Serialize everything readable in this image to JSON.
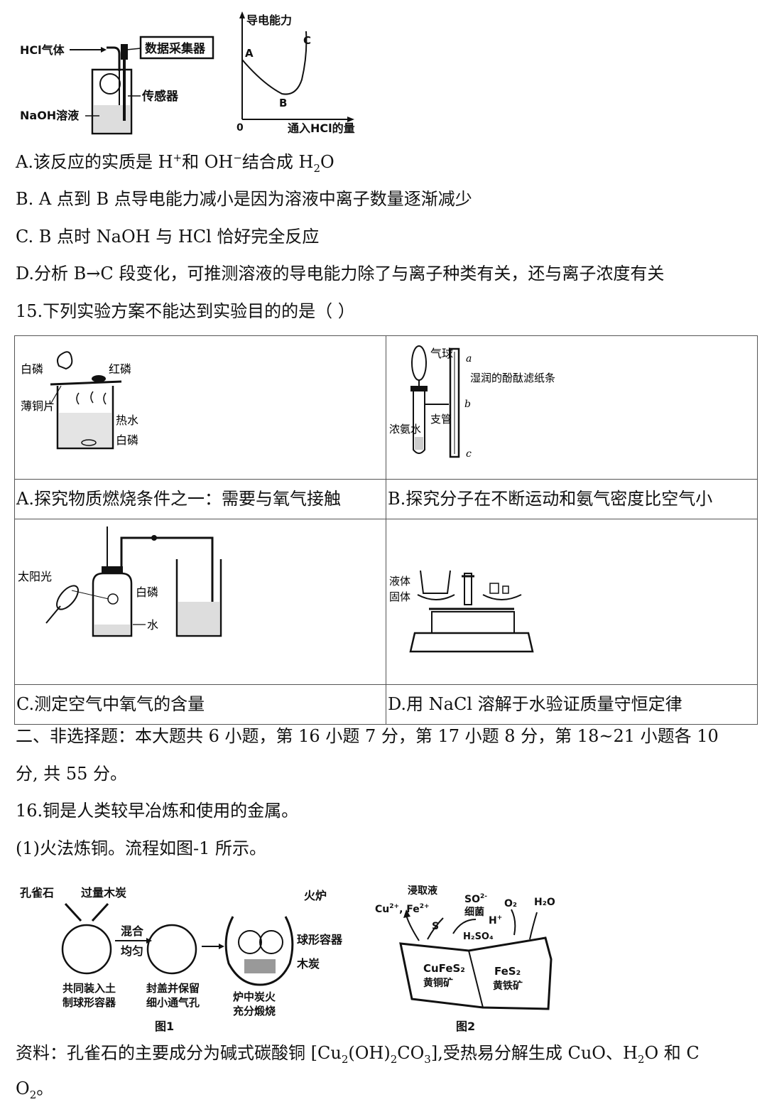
{
  "top_figure": {
    "apparatus": {
      "hcl_gas": "HCl气体",
      "data_collector": "数据采集器",
      "sensor": "传感器",
      "naoh_solution": "NaOH溶液"
    },
    "graph": {
      "ylabel": "导电能力",
      "xlabel": "通入HCl的量",
      "origin": "0",
      "point_a": "A",
      "point_b": "B",
      "point_c": "C"
    }
  },
  "q14_options": {
    "a_text": "A.该反应的实质是 H",
    "a_sup1": "+",
    "a_mid": "和 OH",
    "a_sup2": "−",
    "a_tail": "结合成 H",
    "a_sub": "2",
    "a_end": "O",
    "b": "B. A 点到 B 点导电能力减小是因为溶液中离子数量逐渐减少",
    "c": "C. B 点时 NaOH 与 HCl 恰好完全反应",
    "d": "D.分析 B→C 段变化，可推测溶液的导电能力除了与离子种类有关，还与离子浓度有关"
  },
  "q15": {
    "stem": "15.下列实验方案不能达到实验目的的是（     ）",
    "fig_a": {
      "white_p": "白磷",
      "red_p": "红磷",
      "copper": "薄铜片",
      "hot_water": "热水",
      "white_p2": "白磷"
    },
    "fig_b": {
      "balloon": "气球",
      "paper": "湿润的酚酞滤纸条",
      "side_tube": "支管",
      "ammonia": "浓氨水",
      "a": "a",
      "b": "b",
      "c": "c"
    },
    "fig_c": {
      "sunlight": "太阳光",
      "white_p": "白磷",
      "water": "水"
    },
    "fig_d": {
      "liquid": "液体",
      "solid": "固体"
    },
    "cap_a": "A.探究物质燃烧条件之一：需要与氧气接触",
    "cap_b": "B.探究分子在不断运动和氨气密度比空气小",
    "cap_c": "C.测定空气中氧气的含量",
    "cap_d": "D.用 NaCl 溶解于水验证质量守恒定律"
  },
  "section2": {
    "line1": "二、非选择题：本大题共 6 小题，第 16 小题 7 分，第 17 小题 8 分，第 18~21 小题各 10",
    "line2": "分, 共 55 分。"
  },
  "q16": {
    "stem": "16.铜是人类较早冶炼和使用的金属。",
    "part1": "(1)火法炼铜。流程如图-1 所示。",
    "fig1": {
      "malachite": "孔雀石",
      "charcoal_excess": "过量木炭",
      "mix": "混合",
      "even": "均匀",
      "step1a": "共同装入土",
      "step1b": "制球形容器",
      "step2a": "封盖并保留",
      "step2b": "细小通气孔",
      "furnace": "火炉",
      "container": "球形容器",
      "charcoal": "木炭",
      "step3a": "炉中炭火",
      "step3b": "充分煅烧",
      "caption": "图1"
    },
    "fig2": {
      "leach": "浸取液",
      "cu": "Cu",
      "cu_sup": "2+",
      "fe": "Fe",
      "fe_sup": "2+",
      "so4": "SO",
      "so4_sup": "2-",
      "bacteria": "细菌",
      "s": "S",
      "h": "H",
      "h_sup": "+",
      "h2so4": "H₂SO₄",
      "o2": "O₂",
      "h2o": "H₂O",
      "cufes2": "CuFeS₂",
      "chalcopyrite": "黄铜矿",
      "fes2": "FeS₂",
      "pyrite": "黄铁矿",
      "caption": "图2"
    },
    "note_a": "资料：孔雀石的主要成分为碱式碳酸铜 [Cu",
    "note_s1": "2",
    "note_b": "(OH)",
    "note_s2": "2",
    "note_c": "CO",
    "note_s3": "3",
    "note_d": "],受热易分解生成 CuO、H",
    "note_s4": "2",
    "note_e": "O 和 C",
    "note2_a": "O",
    "note2_s": "2",
    "note2_b": "。"
  }
}
